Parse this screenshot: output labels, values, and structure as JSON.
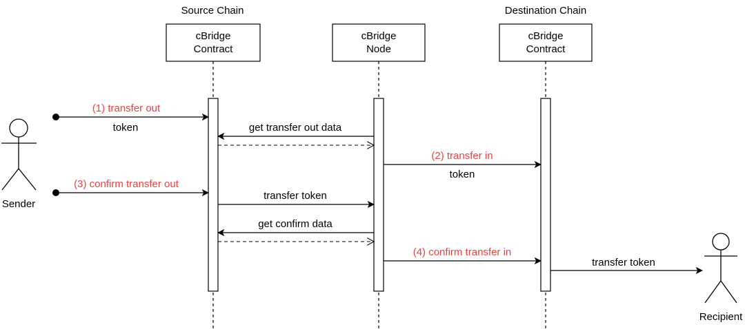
{
  "colors": {
    "line": "#000000",
    "highlight": "#e8423f",
    "text": "#000000"
  },
  "chains": {
    "source": "Source Chain",
    "destination": "Destination Chain"
  },
  "participants": {
    "src_contract": {
      "line1": "cBridge",
      "line2": "Contract"
    },
    "node": {
      "line1": "cBridge",
      "line2": "Node"
    },
    "dst_contract": {
      "line1": "cBridge",
      "line2": "Contract"
    }
  },
  "actors": {
    "sender": "Sender",
    "recipient": "Recipient"
  },
  "messages": {
    "m1_label": "(1) transfer out",
    "m1_sub": "token",
    "m2_label": "get transfer out data",
    "m3_label": "(2) transfer in",
    "m3_sub": "token",
    "m4_label": "(3) confirm transfer out",
    "m5_label": "transfer token",
    "m6_label": "get confirm data",
    "m7_label": "(4) confirm transfer in",
    "m8_label": "transfer token"
  }
}
